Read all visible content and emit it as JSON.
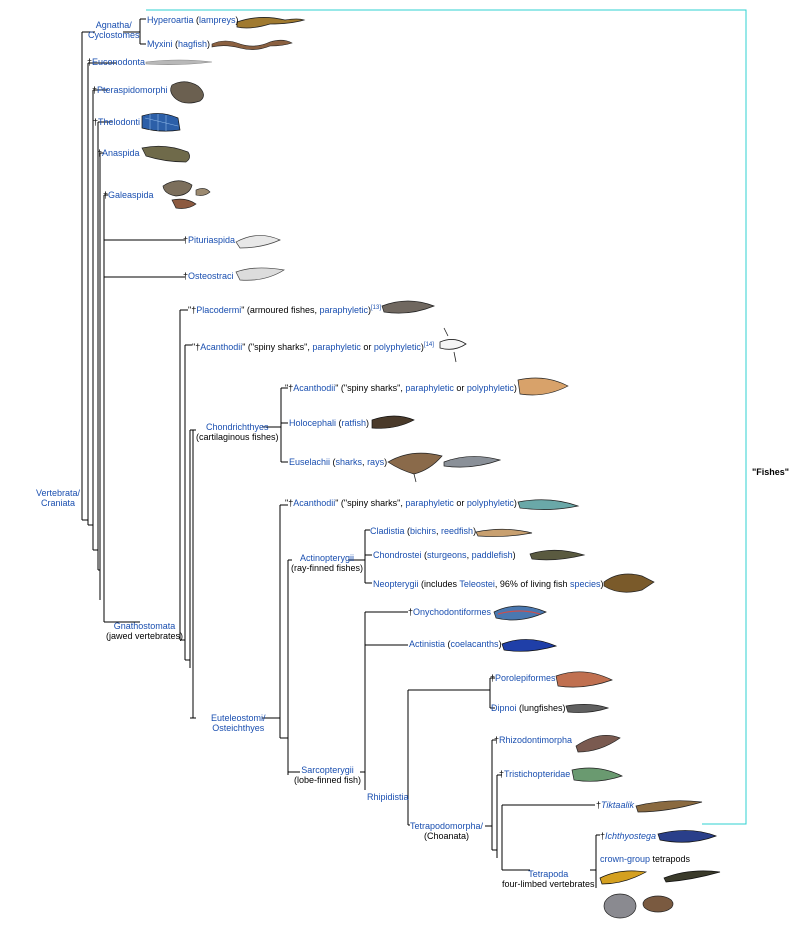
{
  "diagram": {
    "fishes_label": "\"Fishes\"",
    "clades": {
      "vertebrata": {
        "line1": "Vertebrata/",
        "line2": "Craniata"
      },
      "agnatha": {
        "line1": "Agnatha/",
        "line2": "Cyclostomes"
      },
      "hyperoartia": {
        "name": "Hyperoartia",
        "open": " (",
        "common": "lampreys",
        "close": ")"
      },
      "myxini": {
        "name": "Myxini",
        "open": " (",
        "common": "hagfish",
        "close": ")"
      },
      "euconodonta": {
        "dagger": "†",
        "name": "Euconodonta"
      },
      "pteraspidomorphi": {
        "dagger": "†",
        "name": "Pteraspidomorphi"
      },
      "thelodonti": {
        "dagger": "†",
        "name": "Thelodonti"
      },
      "anaspida": {
        "dagger": "†",
        "name": "Anaspida"
      },
      "galeaspida": {
        "dagger": "†",
        "name": "Galeaspida"
      },
      "pituriaspida": {
        "dagger": "†",
        "name": "Pituriaspida"
      },
      "osteostraci": {
        "dagger": "†",
        "name": "Osteostraci"
      },
      "placodermi": {
        "pre": "\"†",
        "name": "Placodermi",
        "mid": "\" (armoured fishes, ",
        "para": "paraphyletic",
        "close": ")",
        "ref": "[13]"
      },
      "acanthodii1": {
        "pre": "\"†",
        "name": "Acanthodii",
        "mid": "\" (\"spiny sharks\", ",
        "para": "paraphyletic",
        "or": " or ",
        "poly": "polyphyletic",
        "close": ")",
        "ref": "[14]"
      },
      "chondrichthyes": {
        "name": "Chondrichthyes",
        "sub": "(cartilaginous fishes)"
      },
      "acanthodii2": {
        "pre": "\"†",
        "name": "Acanthodii",
        "mid": "\" (\"spiny sharks\", ",
        "para": "paraphyletic",
        "or": " or ",
        "poly": "polyphyletic",
        "close": ")"
      },
      "holocephali": {
        "name": "Holocephali",
        "open": " (",
        "common": "ratfish",
        "close": ")"
      },
      "euselachii": {
        "name": "Euselachii",
        "open": " (",
        "sharks": "sharks",
        "comma": ", ",
        "rays": "rays",
        "close": ")"
      },
      "acanthodii3": {
        "pre": "\"†",
        "name": "Acanthodii",
        "mid": "\" (\"spiny sharks\", ",
        "para": "paraphyletic",
        "or": " or ",
        "poly": "polyphyletic",
        "close": ")"
      },
      "actinopterygii": {
        "name": "Actinopterygii",
        "sub": "(ray-finned fishes)"
      },
      "cladistia": {
        "name": "Cladistia",
        "open": " (",
        "a": "bichirs",
        "comma": ", ",
        "b": "reedfish",
        "close": ")"
      },
      "chondrostei": {
        "name": "Chondrostei",
        "open": " (",
        "a": "sturgeons",
        "comma": ", ",
        "b": "paddlefish",
        "close": ")"
      },
      "neopterygii": {
        "name": "Neopterygii",
        "mid": " (includes ",
        "teleostei": "Teleostei",
        "mid2": ", 96% of living fish ",
        "species": "species",
        "close": ")"
      },
      "onychodontiformes": {
        "dagger": "†",
        "name": "Onychodontiformes"
      },
      "actinistia": {
        "name": "Actinistia",
        "open": " (",
        "common": "coelacanths",
        "close": ")"
      },
      "gnathostomata": {
        "name": "Gnathostomata",
        "sub": "(jawed vertebrates)"
      },
      "euteleostomi": {
        "line1": "Euteleostomi/",
        "line2": "Osteichthyes"
      },
      "porolepiformes": {
        "dagger": "†",
        "name": "Porolepiformes"
      },
      "dipnoi": {
        "name": "Dipnoi",
        "rest": " (lungfishes)"
      },
      "rhizodontimorpha": {
        "dagger": "†",
        "name": "Rhizodontimorpha"
      },
      "tristichopteridae": {
        "dagger": "†",
        "name": "Tristichopteridae"
      },
      "tiktaalik": {
        "dagger": "†",
        "name": "Tiktaalik"
      },
      "sarcopterygii": {
        "name": "Sarcopterygii",
        "sub": "(lobe-finned fish)"
      },
      "rhipidistia": {
        "name": "Rhipidistia"
      },
      "tetrapodomorpha": {
        "name": "Tetrapodomorpha/",
        "sub": "(Choanata)"
      },
      "ichthyostega": {
        "dagger": "†",
        "name": "Ichthyostega"
      },
      "crowngroup": {
        "name": "crown-group",
        "rest": " tetrapods"
      },
      "tetrapoda": {
        "name": "Tetrapoda",
        "sub": "four-limbed vertebrates"
      }
    },
    "colors": {
      "link": "#1a4fb0",
      "line": "#000000",
      "bracket": "#2fd0d0"
    }
  }
}
